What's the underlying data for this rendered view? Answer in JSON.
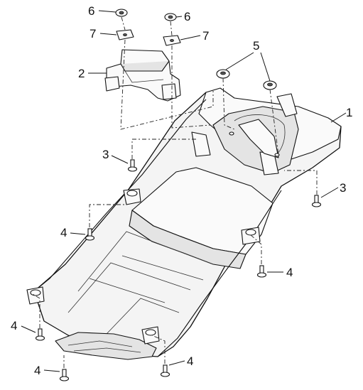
{
  "diagram": {
    "callouts": {
      "c1": "1",
      "c2": "2",
      "c3a": "3",
      "c3b": "3",
      "c4a": "4",
      "c4b": "4",
      "c4c": "4",
      "c4d": "4",
      "c4e": "4",
      "c5": "5",
      "c6a": "6",
      "c6b": "6",
      "c7a": "7",
      "c7b": "7"
    }
  }
}
